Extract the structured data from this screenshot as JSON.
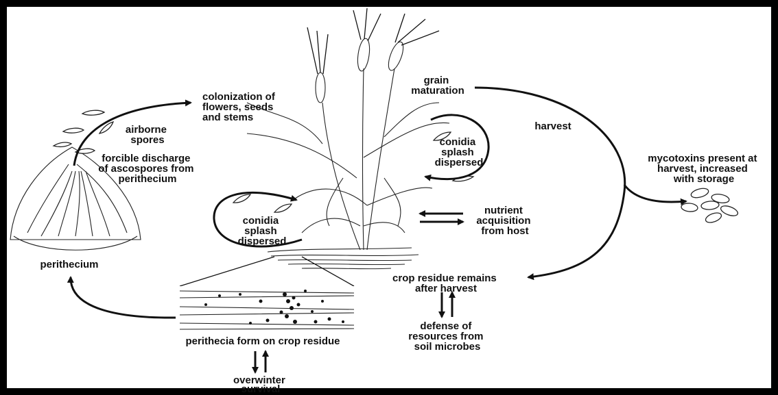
{
  "diagram": {
    "labels": {
      "colonization": [
        "colonization of",
        "flowers, seeds",
        "and stems"
      ],
      "airborne": [
        "airborne",
        "spores"
      ],
      "forcible": [
        "forcible discharge",
        "of ascospores from",
        "perithecium"
      ],
      "perithecium": "perithecium",
      "grain": [
        "grain",
        "maturation"
      ],
      "harvest": "harvest",
      "mycotoxins": [
        "mycotoxins present at",
        "harvest, increased",
        "with storage"
      ],
      "conidia_right": [
        "conidia",
        "splash",
        "dispersed"
      ],
      "conidia_left": [
        "conidia",
        "splash",
        "dispersed"
      ],
      "nutrient": [
        "nutrient",
        "acquisition",
        "from host"
      ],
      "crop_residue": [
        "crop residue remains",
        "after harvest"
      ],
      "defense": [
        "defense of",
        "resources from",
        "soil microbes"
      ],
      "perithecia_form": "perithecia form on crop residue",
      "overwinter": [
        "overwinter",
        "survival"
      ]
    }
  }
}
